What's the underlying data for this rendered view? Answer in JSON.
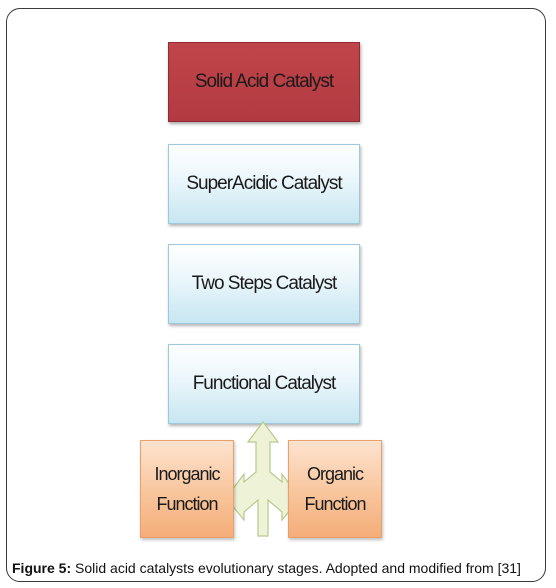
{
  "diagram": {
    "stages": [
      {
        "label": "Solid Acid Catalyst"
      },
      {
        "label": "SuperAcidic Catalyst"
      },
      {
        "label": "Two Steps Catalyst"
      },
      {
        "label": "Functional Catalyst"
      }
    ],
    "functions": {
      "left": {
        "line1": "Inorganic",
        "line2": "Function"
      },
      "right": {
        "line1": "Organic",
        "line2": "Function"
      }
    },
    "colors": {
      "top_stage": "#b93f45",
      "stage_fill": "#d4ecf5",
      "function_fill": "#f8c59c",
      "arrow_fill": "#eef3d8"
    }
  },
  "caption": {
    "label": "Figure 5:",
    "text": " Solid acid catalysts evolutionary stages. Adopted and modified from [31]"
  }
}
